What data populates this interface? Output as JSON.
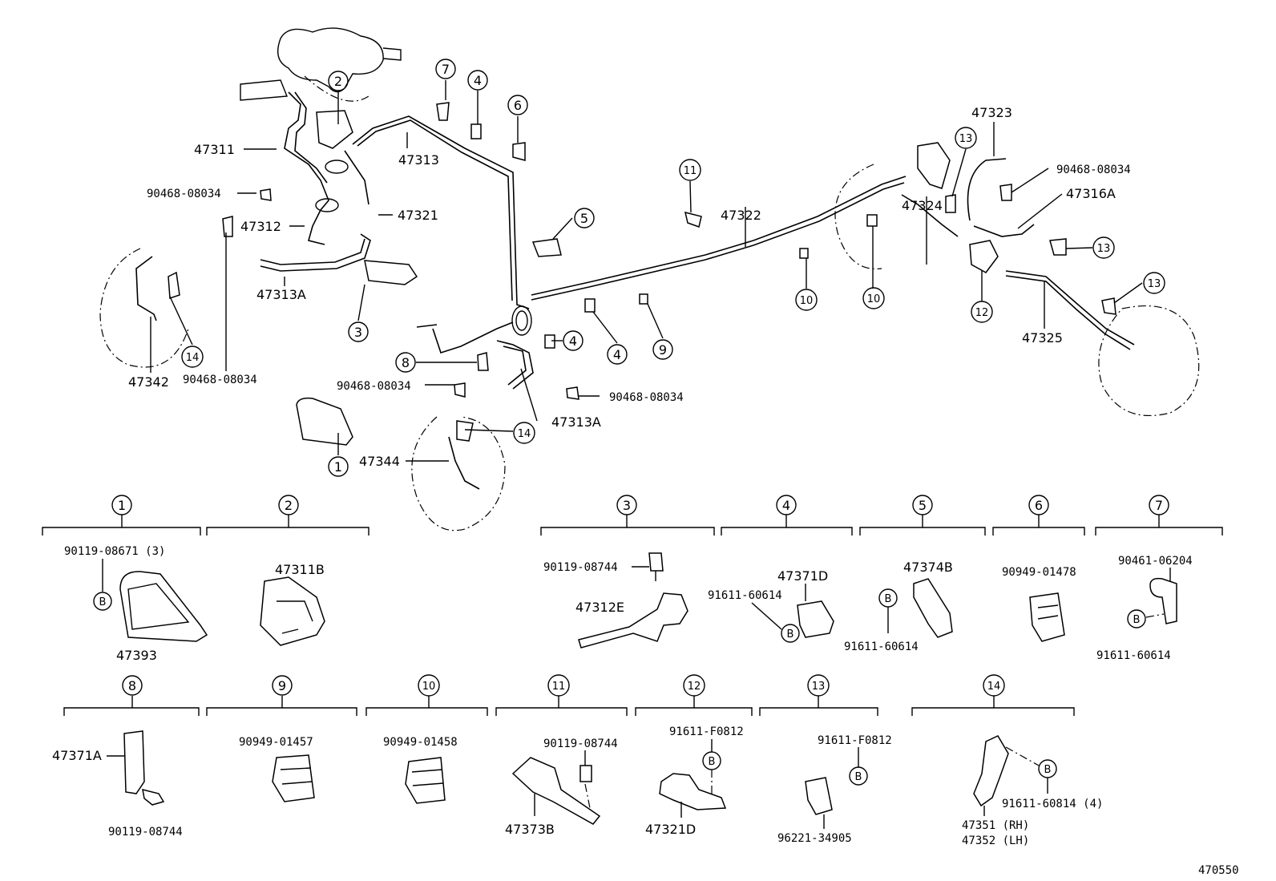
{
  "diagram": {
    "ref_code": "470550",
    "labels": {
      "p47311": "47311",
      "p47313_top": "47313",
      "p90468_a": "90468-08034",
      "p47321": "47321",
      "p47312": "47312",
      "p47313A_left": "47313A",
      "p47342": "47342",
      "p90468_b": "90468-08034",
      "p90468_c": "90468-08034",
      "p90468_d": "90468-08034",
      "p47313A_mid": "47313A",
      "p47344": "47344",
      "p47322": "47322",
      "p47323": "47323",
      "p90468_e": "90468-08034",
      "p47316A": "47316A",
      "p47324": "47324",
      "p47325": "47325"
    },
    "callouts": {
      "c1": "1",
      "c2": "2",
      "c3": "3",
      "c4a": "4",
      "c4b": "4",
      "c4c": "4",
      "c5": "5",
      "c6": "6",
      "c7": "7",
      "c8": "8",
      "c9": "9",
      "c10a": "10",
      "c10b": "10",
      "c11": "11",
      "c12": "12",
      "c13a": "13",
      "c13b": "13",
      "c13c": "13",
      "c14a": "14",
      "c14b": "14"
    },
    "details": {
      "d1": {
        "num": "1",
        "parts": [
          "90119-08671 (3)",
          "47393"
        ],
        "bolt": "B"
      },
      "d2": {
        "num": "2",
        "parts": [
          "47311B"
        ]
      },
      "d3": {
        "num": "3",
        "parts": [
          "90119-08744",
          "47312E"
        ]
      },
      "d4": {
        "num": "4",
        "parts": [
          "47371D",
          "91611-60614"
        ],
        "bolt": "B"
      },
      "d5": {
        "num": "5",
        "parts": [
          "47374B",
          "91611-60614"
        ],
        "bolt": "B"
      },
      "d6": {
        "num": "6",
        "parts": [
          "90949-01478"
        ]
      },
      "d7": {
        "num": "7",
        "parts": [
          "90461-06204",
          "91611-60614"
        ],
        "bolt": "B"
      },
      "d8": {
        "num": "8",
        "parts": [
          "47371A",
          "90119-08744"
        ]
      },
      "d9": {
        "num": "9",
        "parts": [
          "90949-01457"
        ]
      },
      "d10": {
        "num": "10",
        "parts": [
          "90949-01458"
        ]
      },
      "d11": {
        "num": "11",
        "parts": [
          "90119-08744",
          "47373B"
        ]
      },
      "d12": {
        "num": "12",
        "parts": [
          "91611-F0812",
          "47321D"
        ],
        "bolt": "B"
      },
      "d13": {
        "num": "13",
        "parts": [
          "91611-F0812",
          "96221-34905"
        ],
        "bolt": "B"
      },
      "d14": {
        "num": "14",
        "parts": [
          "91611-60814 (4)",
          "47351 (RH)",
          "47352 (LH)"
        ],
        "bolt": "B"
      }
    }
  }
}
